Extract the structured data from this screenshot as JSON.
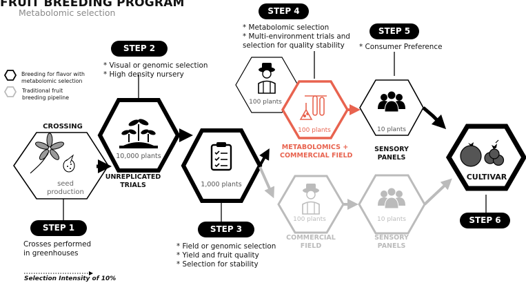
{
  "header": {
    "title": "FRUIT BREEDING PROGRAM",
    "subtitle": "Metabolomic selection"
  },
  "legend": {
    "breeding_flavor": "Breeding for flavor with\nmetabolomic selection",
    "traditional": "Traditional fruit\nbreeding pipeline"
  },
  "crossing": {
    "label": "CROSSING",
    "sub": "seed\nproduction"
  },
  "step1": {
    "label": "STEP 1",
    "text": "Crosses performed\nin greenhouses"
  },
  "step2": {
    "label": "STEP 2",
    "text": "* Visual or genomic selection\n* High density nursery",
    "plants": "10,000 plants",
    "node_label": "UNREPLICATED\nTRIALS"
  },
  "step3": {
    "label": "STEP 3",
    "text": "* Field or genomic selection\n* Yield and fruit quality\n* Selection for stability",
    "plants": "1,000 plants"
  },
  "step4": {
    "label": "STEP 4",
    "text": "* Metabolomic selection\n* Multi-environment trials and\nselection for quality stability",
    "farmer_plants": "100 plants",
    "metab_plants": "100 plants",
    "metab_label": "METABOLOMICS +\nCOMMERCIAL FIELD"
  },
  "step5": {
    "label": "STEP 5",
    "text": "* Consumer Preference",
    "plants": "10 plants",
    "node_label": "SENSORY\nPANELS"
  },
  "step6": {
    "label": "STEP 6"
  },
  "cultivar": {
    "label": "CULTIVAR"
  },
  "traditional_path": {
    "field_plants": "100 plants",
    "field_label": "COMMERCIAL\nFIELD",
    "sensory_plants": "10 plants",
    "sensory_label": "SENSORY\nPANELS"
  },
  "footer": {
    "note": "Selection Intensity of 10%"
  },
  "colors": {
    "accent": "#e8634f",
    "gray": "#bbbbbb",
    "black": "#000000"
  }
}
